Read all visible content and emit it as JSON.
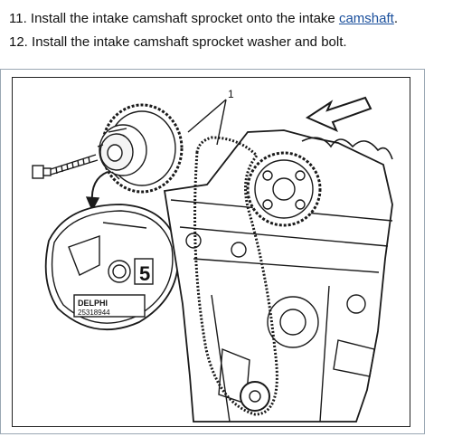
{
  "steps": [
    {
      "number": "11.",
      "text_before": " Install the intake camshaft sprocket onto the intake ",
      "link": "camshaft",
      "text_after": "."
    },
    {
      "number": "12.",
      "text_before": " Install the intake camshaft sprocket washer and bolt.",
      "link": "",
      "text_after": ""
    }
  ],
  "figure": {
    "callout": "1",
    "sprocket_label": "DELPHI",
    "sprocket_part_number": "25318944",
    "sprocket_mark": "5",
    "colors": {
      "line": "#1a1a1a",
      "link": "#1a4f9c",
      "frame": "#9aa7b3"
    }
  }
}
